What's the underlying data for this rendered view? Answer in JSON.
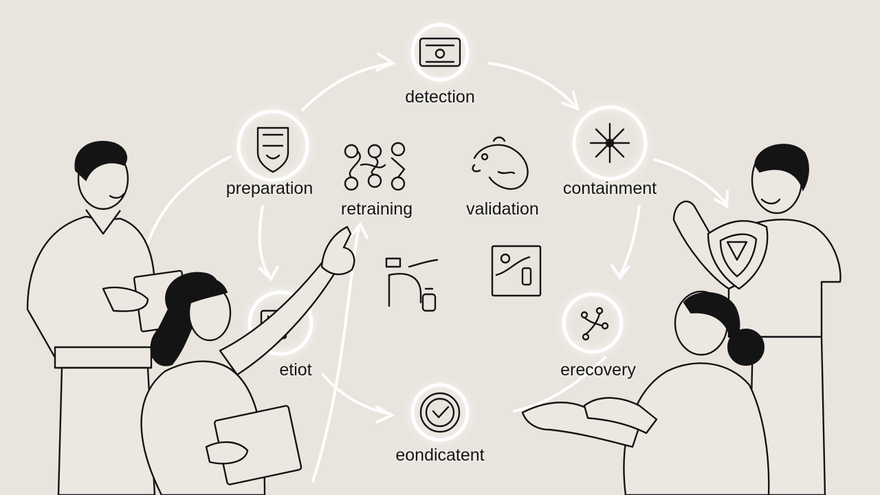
{
  "stages": {
    "detection": "detection",
    "preparation": "preparation",
    "retraining": "retraining",
    "validation": "validation",
    "containment": "containment",
    "lower_left": "etiot",
    "recovery": "erecovery",
    "bottom": "eondicatent"
  }
}
